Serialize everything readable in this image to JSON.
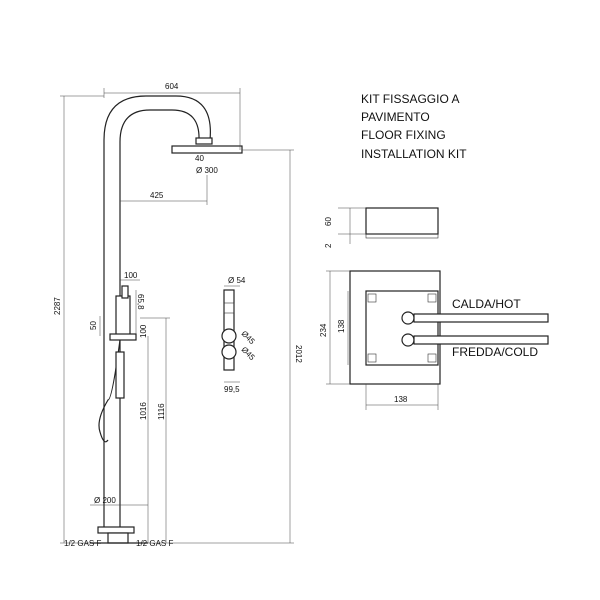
{
  "title_lines": [
    "KIT FISSAGGIO A",
    "PAVIMENTO",
    "FLOOR FIXING",
    "INSTALLATION KIT"
  ],
  "dims": {
    "reach": "604",
    "head_neck": "40",
    "head_diameter": "Ø 300",
    "arm_offset": "425",
    "total_height": "2287",
    "head_height": "2012",
    "mixer_width": "100",
    "mixer_pipe": "65,8",
    "mixer_offset": "50",
    "mixer_depth": "100",
    "mixer_height": "1116",
    "holder_height": "1016",
    "base_diameter": "Ø 200",
    "knob_diameter": "Ø 54",
    "knob_1": "Ø45",
    "knob_2": "Ø45",
    "front_width": "99,5",
    "kit_height": "60",
    "kit_gap": "2",
    "box_outer_height": "234",
    "box_inner_height": "138",
    "box_width": "138"
  },
  "labels": {
    "gas_left": "1/2 GAS F",
    "gas_right": "1/2 GAS F",
    "hot": "CALDA/HOT",
    "cold": "FREDDA/COLD"
  }
}
